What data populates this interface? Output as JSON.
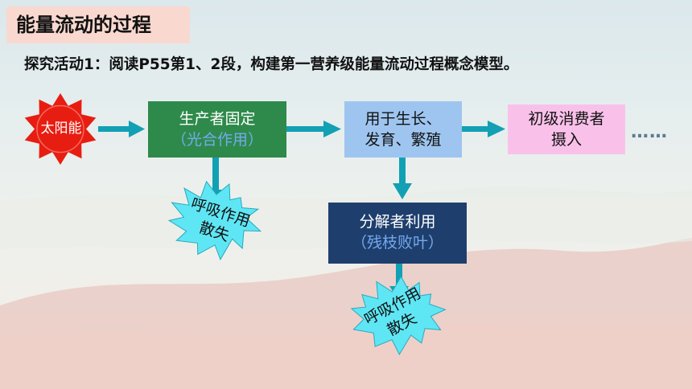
{
  "title": "能量流动的过程",
  "subtitle": "探究活动1：阅读P55第1、2段，构建第一营养级能量流动过程概念模型。",
  "sun": {
    "label": "太阳能"
  },
  "producer": {
    "line1": "生产者固定",
    "line2": "（光合作用）"
  },
  "growth": {
    "line1": "用于生长、",
    "line2": "发育、繁殖"
  },
  "consumer": {
    "line1": "初级消费者",
    "line2": "摄入"
  },
  "decomposer": {
    "line1": "分解者利用",
    "line2": "（残枝败叶）"
  },
  "respiration1": {
    "line1": "呼吸作用",
    "line2": "散失"
  },
  "respiration2": {
    "line1": "呼吸作用",
    "line2": "散失"
  },
  "continuation": "……",
  "colors": {
    "producer": "#2e8a4a",
    "growth": "#9ec5ef",
    "consumer": "#f9c1ea",
    "decomposer": "#1e3f6d",
    "arrow": "#12a0b4",
    "star": "#5fe6f4",
    "sun": "#e81d12"
  }
}
